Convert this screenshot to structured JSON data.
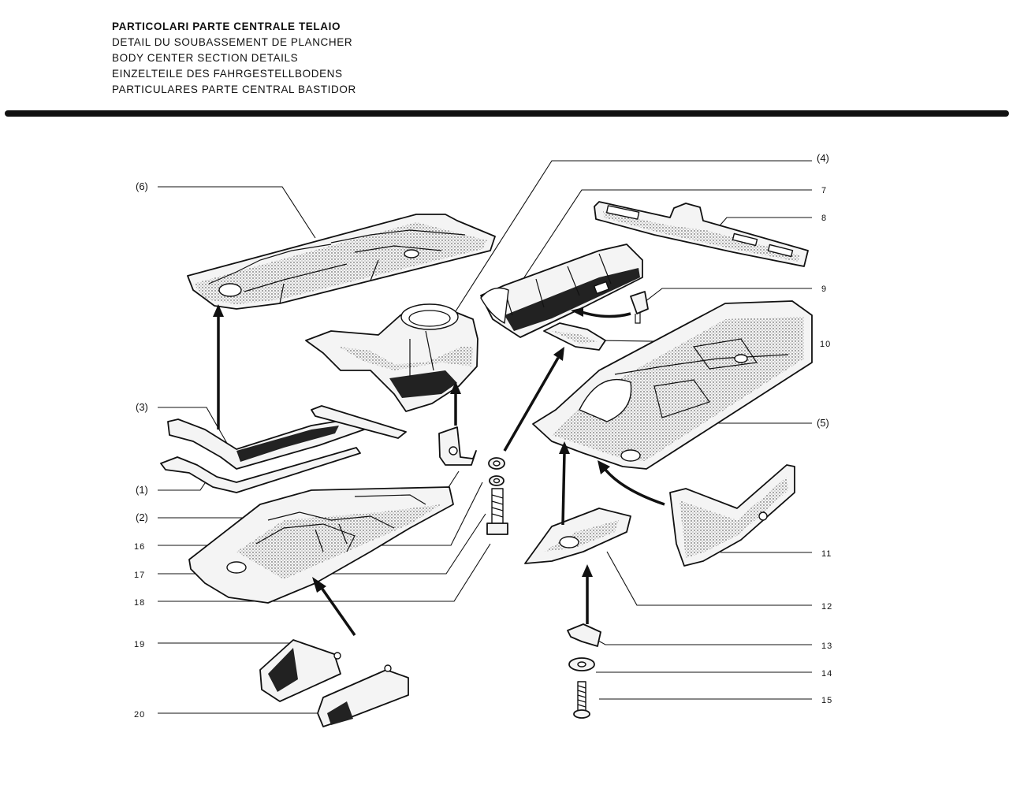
{
  "header": {
    "title_lines": [
      "PARTICOLARI PARTE CENTRALE TELAIO",
      "DETAIL DU SOUBASSEMENT DE PLANCHER",
      "BODY CENTER SECTION DETAILS",
      "EINZELTEILE DES FAHRGESTELLBODENS",
      "PARTICULARES PARTE CENTRAL BASTIDOR"
    ]
  },
  "callouts": {
    "c1": "(1)",
    "c2": "(2)",
    "c3": "(3)",
    "c4": "(4)",
    "c5": "(5)",
    "c6": "(6)",
    "c7": "7",
    "c8": "8",
    "c9": "9",
    "c10": "10",
    "c11": "11",
    "c12": "12",
    "c13": "13",
    "c14": "14",
    "c15": "15",
    "c16": "16",
    "c17": "17",
    "c18": "18",
    "c19": "19",
    "c20": "20"
  },
  "colors": {
    "ink": "#111111",
    "paper": "#ffffff"
  }
}
